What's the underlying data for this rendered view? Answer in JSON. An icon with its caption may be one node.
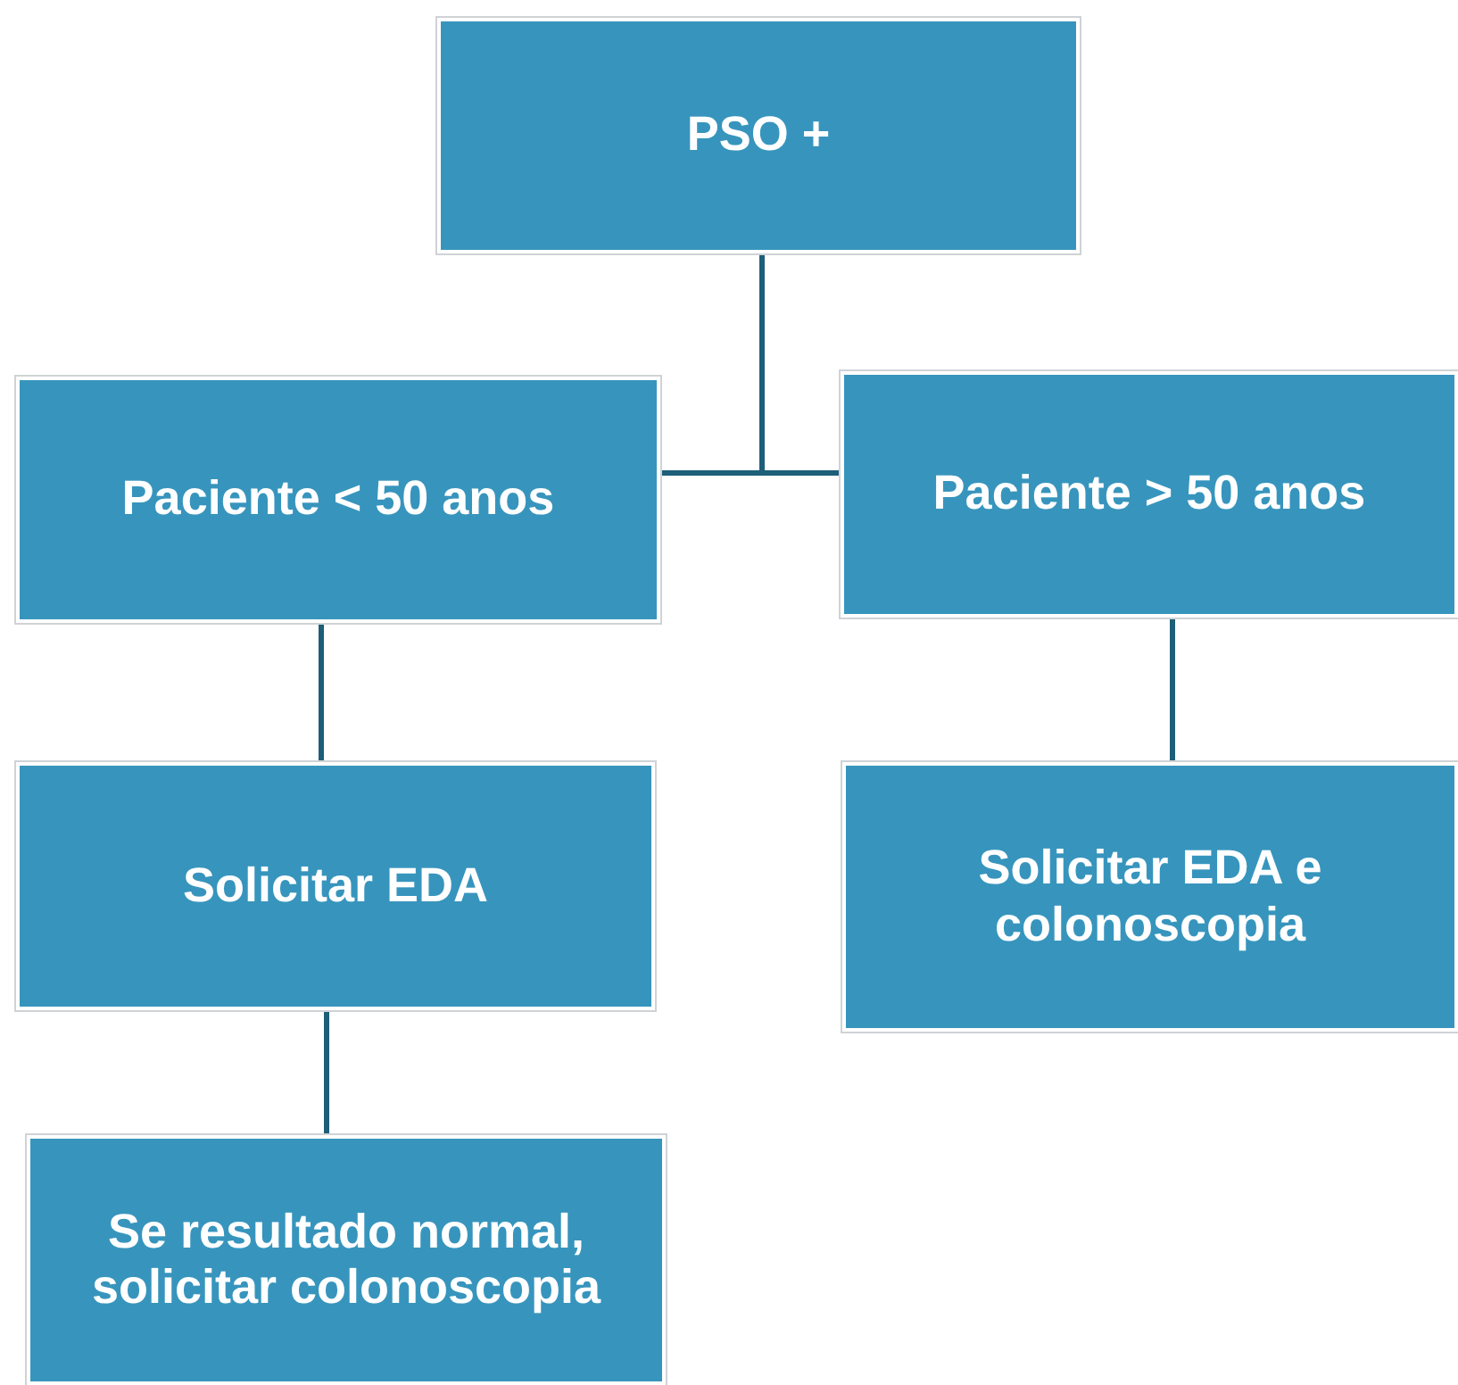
{
  "diagram": {
    "nodes": [
      {
        "text": [
          "PSO +"
        ]
      },
      {
        "text": [
          "Paciente < 50 anos"
        ]
      },
      {
        "text": [
          "Paciente > 50 anos"
        ]
      },
      {
        "text": [
          "Solicitar EDA"
        ]
      },
      {
        "text": [
          "Solicitar EDA e colonoscopia"
        ]
      },
      {
        "text": [
          "Se resultado normal, solicitar colonoscopia"
        ]
      }
    ],
    "edges": [
      {
        "from": 0,
        "to": 1,
        "arrow": "none"
      },
      {
        "from": 0,
        "to": 2,
        "arrow": "none"
      },
      {
        "from": 1,
        "to": 3,
        "arrow": "none"
      },
      {
        "from": 2,
        "to": 4,
        "arrow": "none"
      },
      {
        "from": 3,
        "to": 5,
        "arrow": "none"
      }
    ]
  }
}
